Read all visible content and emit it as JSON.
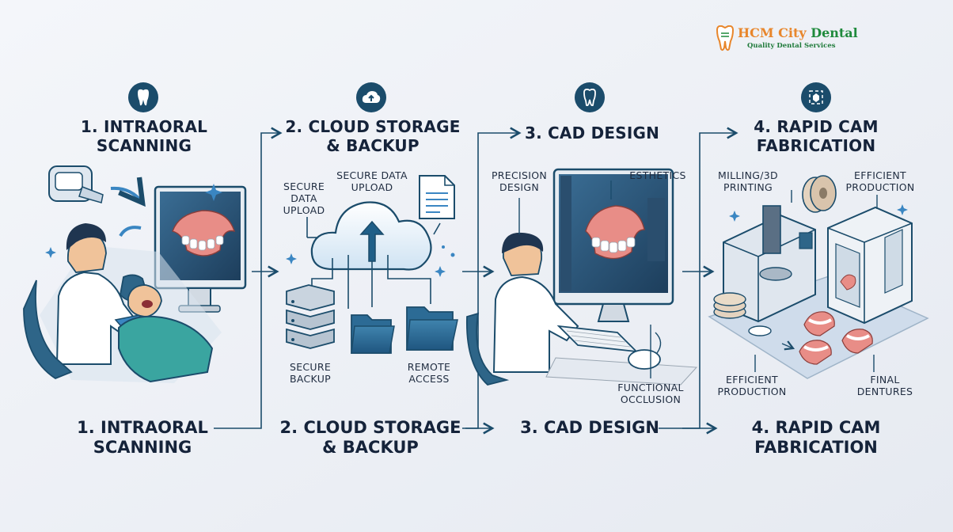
{
  "logo": {
    "name_part1": "HCM City ",
    "name_part2": "Dental",
    "tagline": "Quality Dental Services"
  },
  "steps": [
    {
      "title_line1": "1. INTRAORAL",
      "title_line2": "SCANNING",
      "icon": "tooth-icon"
    },
    {
      "title_line1": "2. CLOUD STORAGE",
      "title_line2": "& BACKUP",
      "icon": "cloud-upload-icon"
    },
    {
      "title_line1": "3. CAD DESIGN",
      "title_line2": "",
      "icon": "tooth-icon"
    },
    {
      "title_line1": "4. RAPID CAM",
      "title_line2": "FABRICATION",
      "icon": "fabrication-icon"
    }
  ],
  "labels": {
    "secure_data_upload_a": [
      "SECURE DATA",
      "UPLOAD"
    ],
    "secure_data_upload_b": [
      "SECURE",
      "DATA",
      "UPLOAD"
    ],
    "secure_backup": [
      "SECURE",
      "BACKUP"
    ],
    "remote_access": [
      "REMOTE",
      "ACCESS"
    ],
    "precision_design": [
      "PRECISION",
      "DESIGN"
    ],
    "esthetics": "ESTHETICS",
    "functional_occlusion": [
      "FUNCTIONAL",
      "OCCLUSION"
    ],
    "milling_printing": [
      "MILLING/3D",
      "PRINTING"
    ],
    "efficient_production_top": [
      "EFFICIENT",
      "PRODUCTION"
    ],
    "efficient_production_bottom": [
      "EFFICIENT",
      "PRODUCTION"
    ],
    "final_dentures": [
      "FINAL",
      "DENTURES"
    ]
  },
  "colors": {
    "navy": "#1b4c6b",
    "text": "#15233a",
    "accent_blue": "#4a90c8",
    "gum_pink": "#e8908c",
    "logo_orange": "#e8862b",
    "logo_green": "#1f8a3c"
  }
}
